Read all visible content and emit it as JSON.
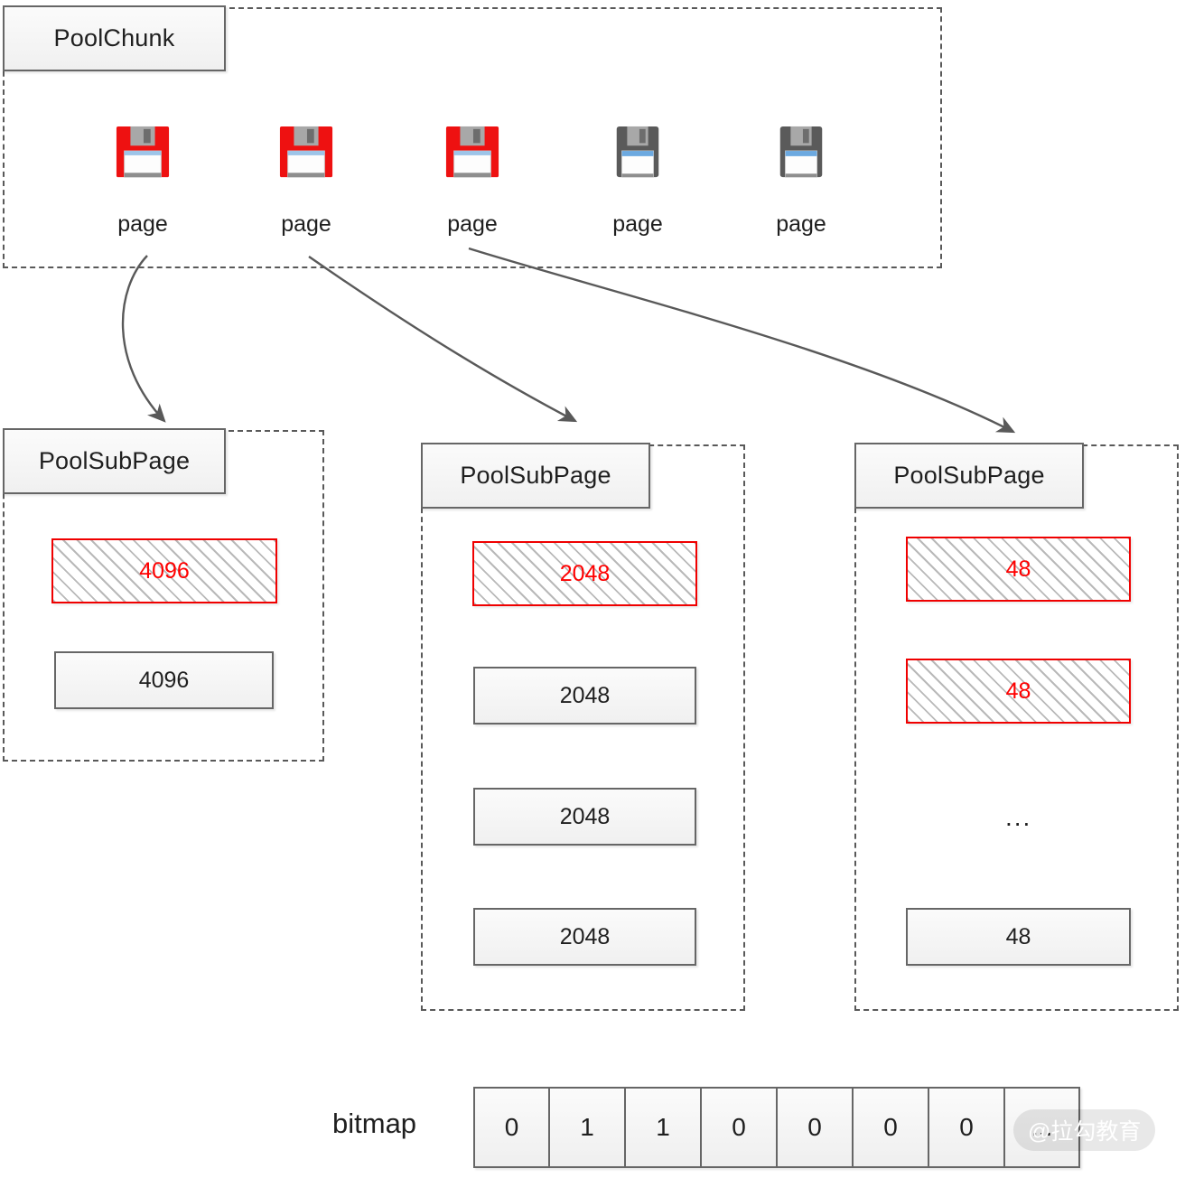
{
  "diagram": {
    "chunk": {
      "title": "PoolChunk",
      "pages": [
        {
          "label": "page",
          "state": "allocated",
          "icon": "floppy-disk-icon"
        },
        {
          "label": "page",
          "state": "allocated",
          "icon": "floppy-disk-icon"
        },
        {
          "label": "page",
          "state": "allocated",
          "icon": "floppy-disk-icon"
        },
        {
          "label": "page",
          "state": "free",
          "icon": "floppy-disk-icon"
        },
        {
          "label": "page",
          "state": "free",
          "icon": "floppy-disk-icon"
        }
      ]
    },
    "subpages": [
      {
        "title": "PoolSubPage",
        "slots": [
          {
            "value": "4096",
            "state": "used"
          },
          {
            "value": "4096",
            "state": "free"
          }
        ]
      },
      {
        "title": "PoolSubPage",
        "slots": [
          {
            "value": "2048",
            "state": "used"
          },
          {
            "value": "2048",
            "state": "free"
          },
          {
            "value": "2048",
            "state": "free"
          },
          {
            "value": "2048",
            "state": "free"
          }
        ]
      },
      {
        "title": "PoolSubPage",
        "slots": [
          {
            "value": "48",
            "state": "used"
          },
          {
            "value": "48",
            "state": "used"
          },
          {
            "value": "...",
            "state": "ellipsis"
          },
          {
            "value": "48",
            "state": "free"
          }
        ]
      }
    ],
    "bitmap": {
      "label": "bitmap",
      "cells": [
        "0",
        "1",
        "1",
        "0",
        "0",
        "0",
        "0",
        "..."
      ]
    },
    "watermark": "@拉勾教育",
    "colors": {
      "used_border": "#f00000",
      "used_text": "#ff0000",
      "box_border": "#666666",
      "dashed_border": "#595959",
      "floppy_allocated": "#ee1111",
      "floppy_free": "#5a5a5a"
    }
  }
}
